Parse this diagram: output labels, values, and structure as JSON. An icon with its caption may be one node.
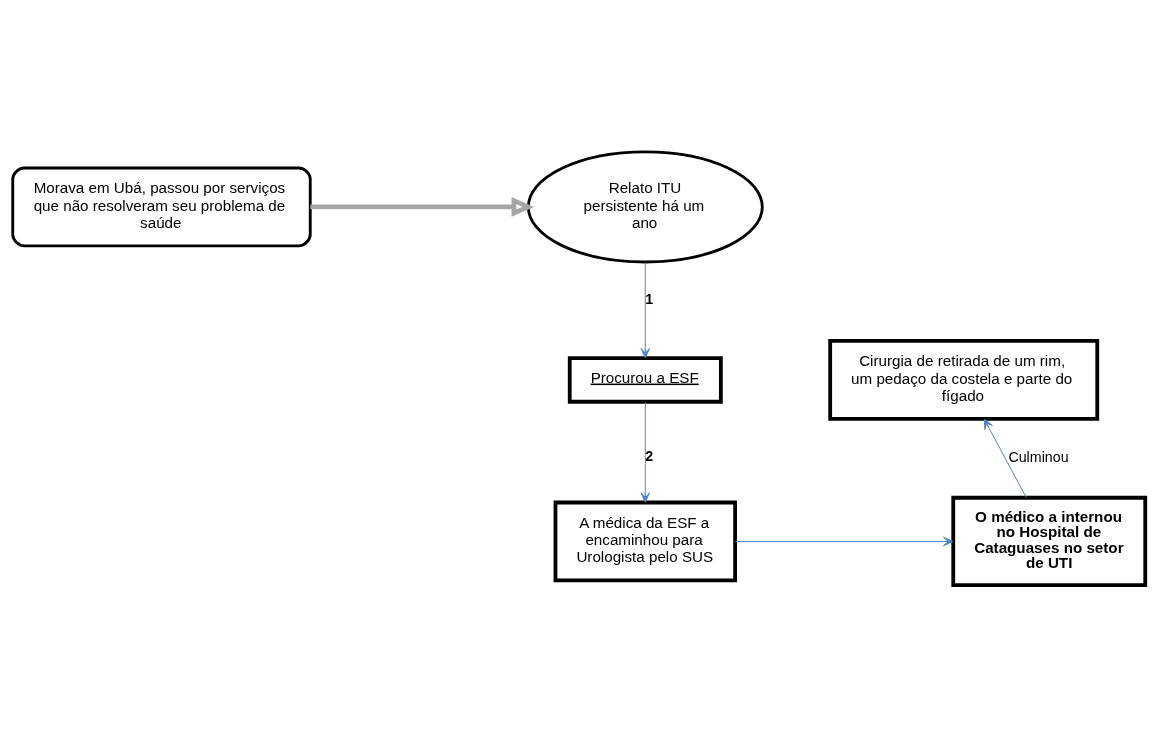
{
  "diagram": {
    "nodes": [
      {
        "text": [
          "Relato ITU persistente há um ano"
        ]
      },
      {
        "text": [
          "Morava em Ubá, passou por serviços que não resolveram seu problema de saúde"
        ]
      },
      {
        "text": [
          "Procurou a ESF"
        ]
      },
      {
        "text": [
          "A médica da ESF a encaminhou para Urologista pelo SUS"
        ]
      },
      {
        "text": [
          "O médico a internou no Hospital de Cataguases no setor de UTI"
        ]
      },
      {
        "text": [
          "Cirurgia de retirada de um rim, um pedaço da costela e parte do fígado"
        ]
      }
    ],
    "edges": [
      {
        "from": 1,
        "to": 0,
        "arrow": "to",
        "style": "thick",
        "color": "#a6a6a6"
      },
      {
        "from": 0,
        "to": 2,
        "arrow": "to",
        "label": "1"
      },
      {
        "from": 2,
        "to": 3,
        "arrow": "to",
        "label": "2"
      },
      {
        "from": 3,
        "to": 4,
        "arrow": "to"
      },
      {
        "from": 4,
        "to": 5,
        "arrow": "to",
        "label": "Culminou"
      }
    ]
  }
}
